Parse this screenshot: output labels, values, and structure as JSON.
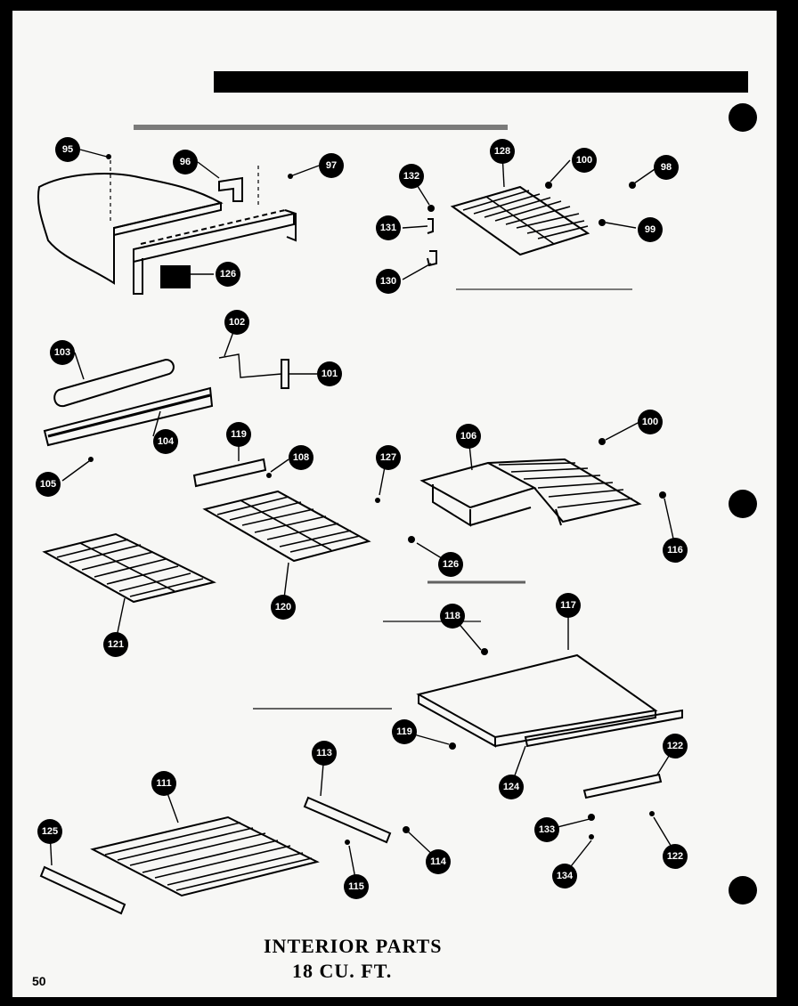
{
  "title": {
    "line1": "INTERIOR PARTS",
    "line2": "18 CU. FT."
  },
  "page_number": "50",
  "callouts": [
    "95",
    "96",
    "97",
    "132",
    "128",
    "100",
    "98",
    "131",
    "99",
    "130",
    "126",
    "103",
    "102",
    "101",
    "104",
    "105",
    "119",
    "108",
    "127",
    "106",
    "100",
    "116",
    "120",
    "121",
    "126",
    "118",
    "117",
    "119",
    "113",
    "111",
    "124",
    "122",
    "125",
    "133",
    "114",
    "115",
    "134",
    "122"
  ]
}
